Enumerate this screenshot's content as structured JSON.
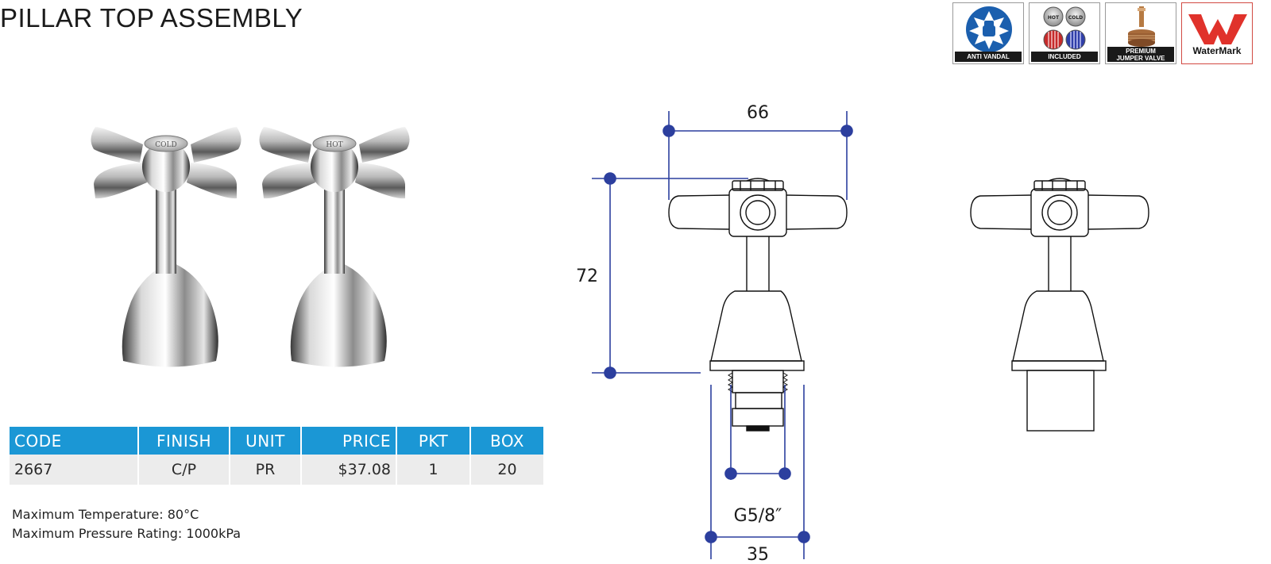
{
  "title": "PILLAR TOP ASSEMBLY",
  "badges": [
    {
      "icon": "anti-vandal-icon",
      "caption": "ANTI VANDAL"
    },
    {
      "icon": "hot-cold-indices-icon",
      "caption": "INCLUDED",
      "hot_text": "HOT",
      "cold_text": "COLD"
    },
    {
      "icon": "jumper-valve-icon",
      "caption_line1": "PREMIUM",
      "caption_line2": "JUMPER VALVE"
    },
    {
      "icon": "watermark-logo-icon",
      "caption": "WaterMark"
    }
  ],
  "product_images": [
    {
      "icon": "cold-tap-top-icon",
      "cap_text": "COLD"
    },
    {
      "icon": "hot-tap-top-icon",
      "cap_text": "HOT"
    }
  ],
  "table": {
    "headers": {
      "code": "CODE",
      "finish": "FINISH",
      "unit": "UNIT",
      "price": "PRICE",
      "pkt": "PKT",
      "box": "BOX"
    },
    "row": {
      "code": "2667",
      "finish": "C/P",
      "unit": "PR",
      "price": "$37.08",
      "pkt": "1",
      "box": "20"
    }
  },
  "notes": {
    "temperature": "Maximum Temperature: 80°C",
    "pressure": "Maximum Pressure Rating: 1000kPa"
  },
  "dimensions": {
    "width_top": "66",
    "height": "72",
    "thread": "G5/8″",
    "base_width": "35"
  },
  "colors": {
    "header_blue": "#1b97d5",
    "dimension_blue": "#2c3f9e",
    "row_grey": "#ececec"
  }
}
